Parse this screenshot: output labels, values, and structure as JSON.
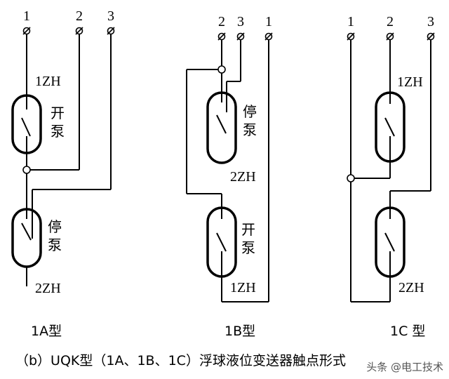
{
  "terminals": {
    "a": [
      "1",
      "2",
      "3"
    ],
    "b": [
      "2",
      "3",
      "1"
    ],
    "c": [
      "1",
      "2",
      "3"
    ]
  },
  "diagram_a": {
    "top_switch": "1ZH",
    "top_note_1": "开",
    "top_note_2": "泵",
    "bottom_note_1": "停",
    "bottom_note_2": "泵",
    "bottom_switch": "2ZH",
    "type_label": "1A型"
  },
  "diagram_b": {
    "top_note_1": "停",
    "top_note_2": "泵",
    "top_switch": "2ZH",
    "bottom_note_1": "开",
    "bottom_note_2": "泵",
    "bottom_switch": "1ZH",
    "type_label": "1B型"
  },
  "diagram_c": {
    "top_switch": "1ZH",
    "bottom_switch": "2ZH",
    "type_label": "1C 型"
  },
  "caption": "（b）UQK型（1A、1B、1C）浮球液位变送器触点形式",
  "watermark": "头条 @电工技术"
}
